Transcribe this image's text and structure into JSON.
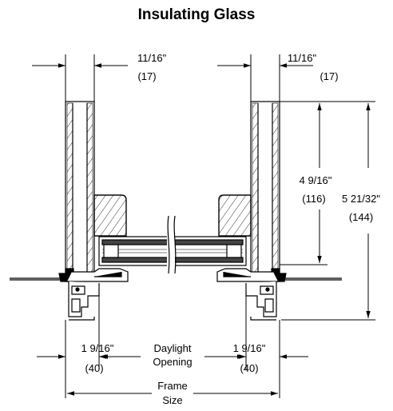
{
  "title": "Insulating Glass",
  "dimensions": {
    "glass_thickness_left": {
      "imperial": "11/16\"",
      "metric": "(17)"
    },
    "glass_thickness_right": {
      "imperial": "11/16\"",
      "metric": "(17)"
    },
    "glass_height": {
      "imperial": "4 9/16\"",
      "metric": "(116)"
    },
    "frame_height": {
      "imperial": "5 21/32\"",
      "metric": "(144)"
    },
    "frame_left": {
      "imperial": "1 9/16\"",
      "metric": "(40)"
    },
    "frame_right": {
      "imperial": "1 9/16\"",
      "metric": "(40)"
    },
    "daylight_opening": {
      "line1": "Daylight",
      "line2": "Opening"
    },
    "frame_size": {
      "line1": "Frame",
      "line2": "Size"
    }
  }
}
